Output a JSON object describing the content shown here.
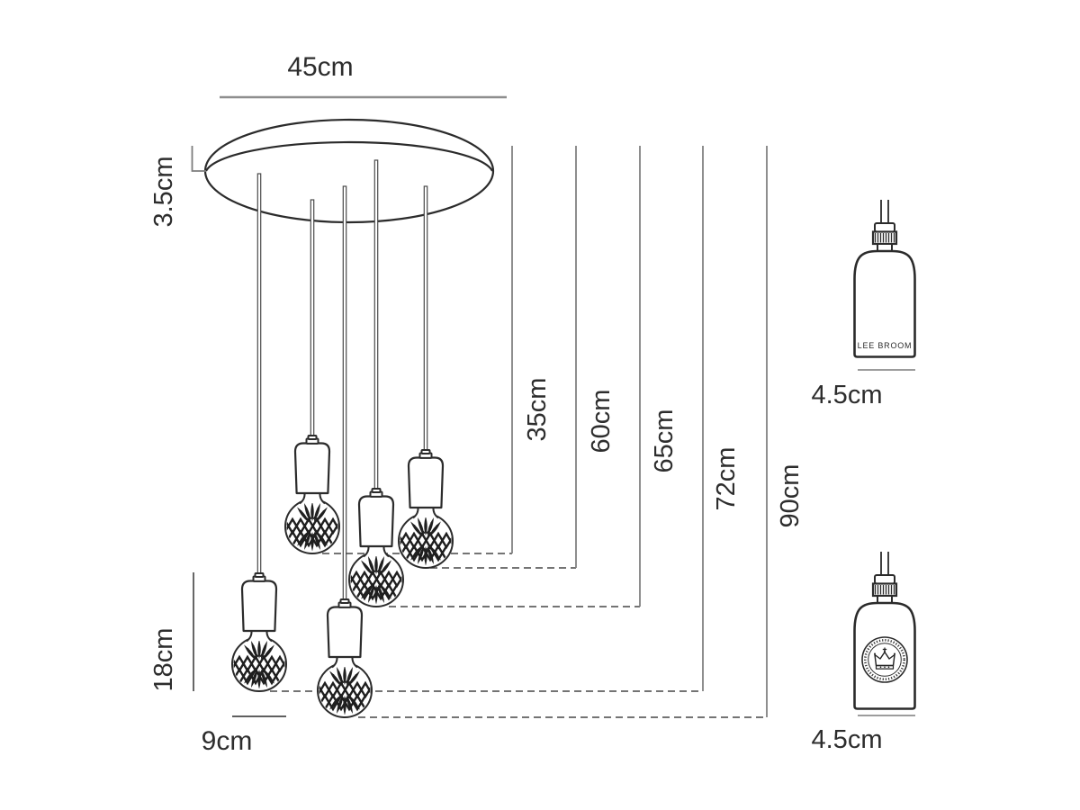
{
  "diagram": {
    "type": "pendant-chandelier-dimension-drawing",
    "canopy": {
      "diameter_label": "45cm",
      "thickness_label": "3.5cm"
    },
    "drops": {
      "labels": [
        "35cm",
        "60cm",
        "65cm",
        "72cm",
        "90cm"
      ]
    },
    "pendant": {
      "height_label": "18cm",
      "bulb_width_label": "9cm"
    },
    "details": {
      "top": {
        "brand_label": "LEE BROOM",
        "width_label": "4.5cm"
      },
      "bottom": {
        "width_label": "4.5cm"
      }
    },
    "icons": {
      "crown_seal_icon": "crown-in-double-circle-stamp",
      "crystal_bulb_icon": "cut-crystal-lattice-bulb"
    },
    "colors": {
      "ink": "#2b2b2b",
      "dimension_gray": "#8a8a8a",
      "dash_gray": "#474747",
      "label_text": "#2d2d2d",
      "background": "#ffffff"
    }
  }
}
